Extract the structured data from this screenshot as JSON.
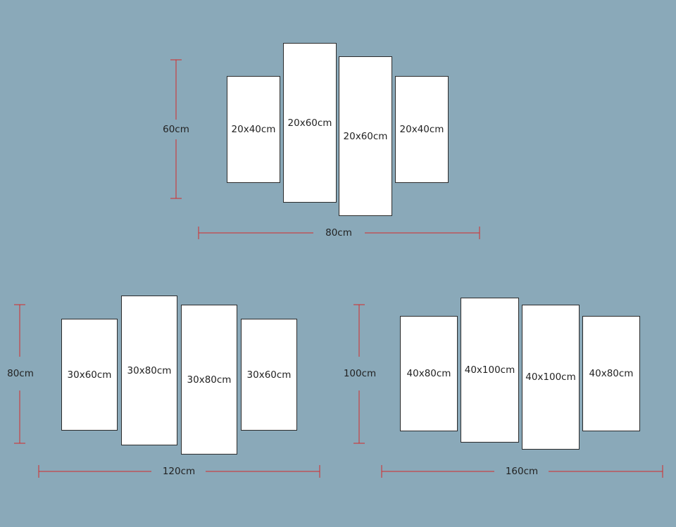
{
  "line_color": "#d42a2a",
  "panel_fill": "#ffffff",
  "background": "#8aa9b9",
  "groups": [
    {
      "width_label": "80cm",
      "height_label": "60cm",
      "panels": [
        "20x40cm",
        "20x60cm",
        "20x60cm",
        "20x40cm"
      ]
    },
    {
      "width_label": "120cm",
      "height_label": "80cm",
      "panels": [
        "30x60cm",
        "30x80cm",
        "30x80cm",
        "30x60cm"
      ]
    },
    {
      "width_label": "160cm",
      "height_label": "100cm",
      "panels": [
        "40x80cm",
        "40x100cm",
        "40x100cm",
        "40x80cm"
      ]
    }
  ]
}
